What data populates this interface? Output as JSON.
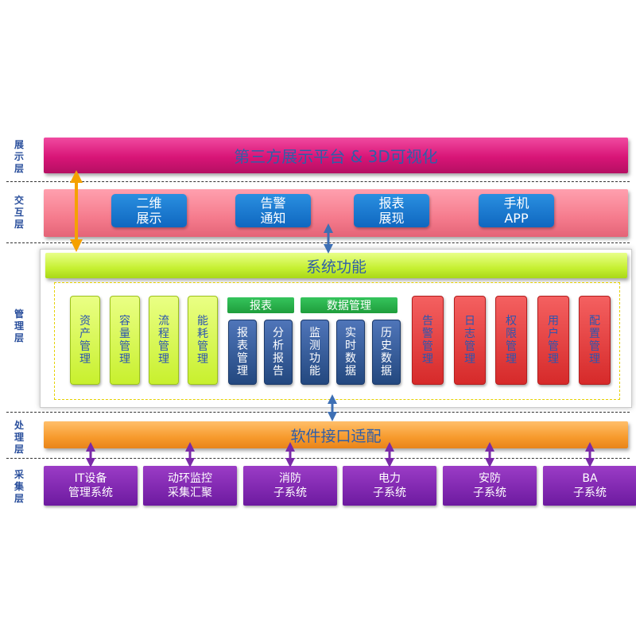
{
  "layers": [
    {
      "label": "展示层"
    },
    {
      "label": "交互层"
    },
    {
      "label": "管理层"
    },
    {
      "label": "处理层"
    },
    {
      "label": "采集层"
    }
  ],
  "display_band": "第三方展示平台 & 3D可视化",
  "interaction_items": [
    "二维\n展示",
    "告警\n通知",
    "报表\n展现",
    "手机\nAPP"
  ],
  "system_functions": "系统功能",
  "green_modules": [
    "资产管理",
    "容量管理",
    "流程管理",
    "能耗管理"
  ],
  "report_group": {
    "title": "报表",
    "items": [
      "报表管理",
      "分析报告"
    ]
  },
  "data_group": {
    "title": "数据管理",
    "items": [
      "监测功能",
      "实时数据",
      "历史数据"
    ]
  },
  "red_modules": [
    "告警管理",
    "日志管理",
    "权限管理",
    "用户管理",
    "配置管理"
  ],
  "processing_band": "软件接口适配",
  "collection_items": [
    "IT设备\n管理系统",
    "动环监控\n采集汇聚",
    "消防\n子系统",
    "电力\n子系统",
    "安防\n子系统",
    "BA\n子系统"
  ],
  "colors": {
    "display": "#d81577",
    "interaction": "#f57b8d",
    "interaction_buttons": "#0f67c0",
    "system_functions": "#c6f032",
    "green_modules": "#c8f02e",
    "navy_modules": "#23487f",
    "red_modules": "#d62a2a",
    "processing": "#f79a2c",
    "collection": "#6d1aa0",
    "arrow_purple": "#7a2aa8",
    "arrow_blue": "#3d6fb4",
    "arrow_orange": "#f5a100"
  }
}
